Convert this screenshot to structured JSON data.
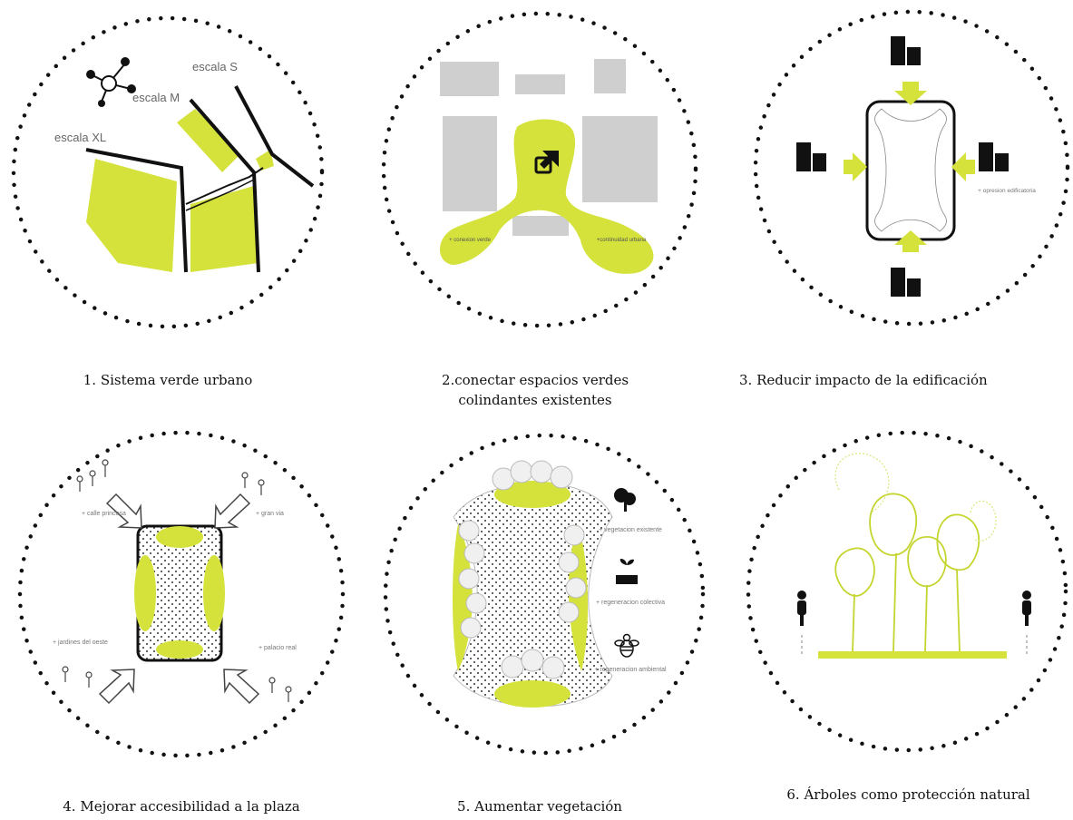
{
  "colors": {
    "accent": "#d4e23b",
    "ink": "#111111",
    "gray": "#cfcfcf",
    "label": "#777777"
  },
  "panels": [
    {
      "caption": "1. Sistema verde urbano",
      "labels": {
        "scale_s": "escala S",
        "scale_m": "escala M",
        "scale_xl": "escala XL"
      },
      "icons": [
        "network-icon"
      ]
    },
    {
      "caption_line1": "2.conectar espacios verdes",
      "caption_line2": "colindantes existentes",
      "labels": {
        "left_blob": "+ conexion verde",
        "right_blob": "+continuidad urbana"
      },
      "icons": [
        "external-link-icon"
      ]
    },
    {
      "caption": "3. Reducir impacto de la edificación",
      "labels": {
        "pressure": "+ opresion edificatoria"
      },
      "icons": [
        "building-icon",
        "arrow-icon"
      ]
    },
    {
      "caption": "4. Mejorar accesibilidad a la plaza",
      "labels": {
        "calle": "+ calle princesa",
        "gran_via": "+ gran via",
        "jardines": "+ jardines del oeste",
        "palacio": "+ palacio real"
      },
      "icons": [
        "pedestrian-icon",
        "arrow-icon"
      ]
    },
    {
      "caption": "5. Aumentar vegetación",
      "labels": {
        "veg": "+ vegetacion existente",
        "colectiva": "+ regeneracion colectiva",
        "ambiental": "+ regeneracion ambiental"
      },
      "icons": [
        "tree-icon",
        "sprout-icon",
        "bee-icon"
      ]
    },
    {
      "caption": "6. Árboles como protección natural",
      "icons": [
        "cyclist-icon",
        "tree-icon"
      ]
    }
  ]
}
